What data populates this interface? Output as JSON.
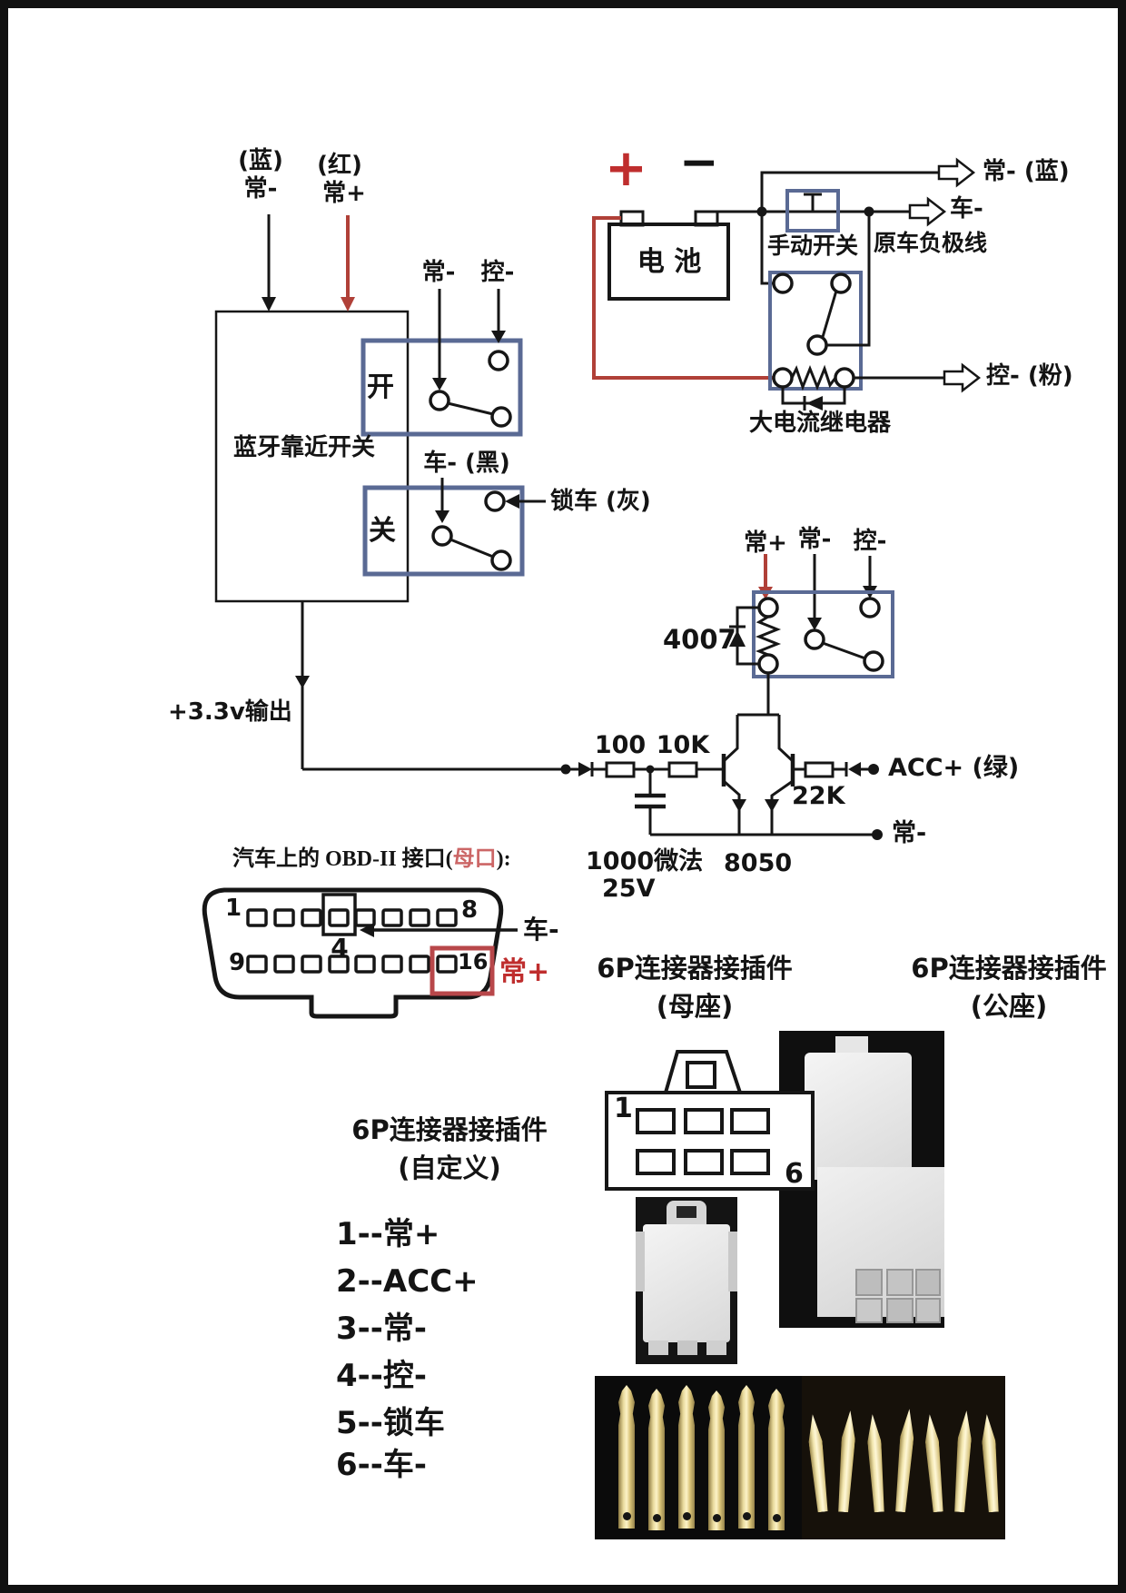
{
  "colors": {
    "accent_red": "#bf2e2e",
    "wire_red": "#b04038",
    "box_blue": "#5a6a94",
    "obd_red_box": "#b8474a"
  },
  "bluetooth_module": {
    "wire_blue_tag": "(蓝)",
    "wire_blue_name": "常-",
    "wire_red_tag": "(红)",
    "wire_red_name": "常+",
    "box_label": "蓝牙靠近开关",
    "switch_on": "开",
    "switch_off": "关",
    "on_normal": "常-",
    "on_control": "控-",
    "car_black": "车- (黑)",
    "lock_gray": "锁车 (灰)",
    "output_33v": "+3.3v输出"
  },
  "battery_circuit": {
    "plus": "+",
    "minus": "−",
    "battery": "电 池",
    "manual_switch": "手动开关",
    "out_normal_blue": "常- (蓝)",
    "out_car": "车-",
    "car_neg_line": "原车负极线",
    "out_control_pink": "控- (粉)",
    "relay_label": "大电流继电器"
  },
  "small_relay": {
    "normal_plus": "常+",
    "normal_minus": "常-",
    "control_minus": "控-",
    "diode": "4007"
  },
  "driver_circuit": {
    "r_100": "100",
    "r_10k": "10K",
    "r_22k": "22K",
    "cap_value": "1000微法",
    "cap_voltage": "25V",
    "transistor": "8050",
    "acc_green": "ACC+ (绿)",
    "normal_minus": "常-"
  },
  "obd": {
    "title_prefix": "汽车上的 OBD-II 接口(",
    "title_red": "母口",
    "title_suffix": "):",
    "pin_1": "1",
    "pin_8": "8",
    "pin_9": "9",
    "pin_4": "4",
    "pin_16": "16",
    "car": "车-",
    "normal_plus": "常+"
  },
  "connectors": {
    "female_title": "6P连接器接插件",
    "female_sub": "(母座)",
    "male_title": "6P连接器接插件",
    "male_sub": "(公座)",
    "custom_title": "6P连接器接插件",
    "custom_sub": "(自定义)",
    "female_pin_1": "1",
    "female_pin_6": "6",
    "custom_pins": [
      "1--常+",
      "2--ACC+",
      "3--常-",
      "4--控-",
      "5--锁车",
      "6--车-"
    ]
  }
}
